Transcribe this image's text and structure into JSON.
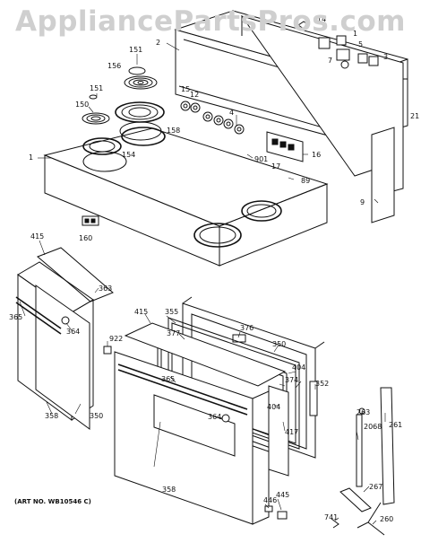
{
  "watermark": "AppliancePartsPros.com",
  "art_number": "(ART NO. WB10546 C)",
  "callouts": [
    "14",
    "1",
    "2",
    "151",
    "156",
    "5",
    "7",
    "3",
    "151",
    "15",
    "12",
    "150",
    "4",
    "158",
    "154",
    "901",
    "17",
    "16",
    "21",
    "89",
    "9",
    "1",
    "160",
    "415",
    "363",
    "365",
    "364",
    "922",
    "358",
    "350",
    "415",
    "355",
    "377",
    "376",
    "350",
    "365",
    "404",
    "374",
    "352",
    "404",
    "364",
    "417",
    "263",
    "261",
    "2068",
    "358",
    "267",
    "446",
    "445",
    "741",
    "260"
  ]
}
